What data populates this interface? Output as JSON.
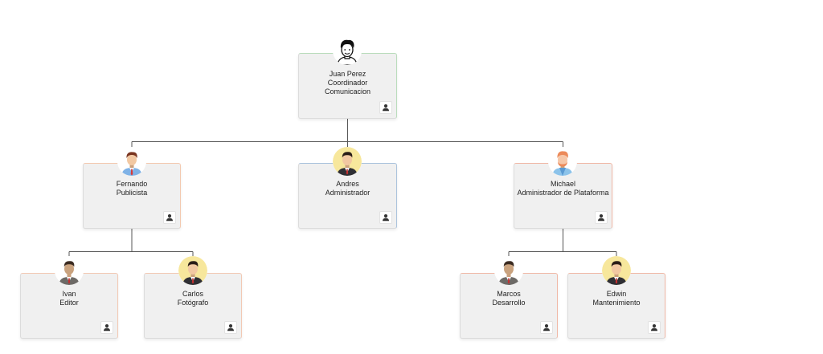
{
  "org_chart": {
    "nodes": [
      {
        "id": "juan",
        "lines": [
          "Juan Perez",
          "Coordinador",
          "Comunicacion"
        ],
        "avatar": "man-line-art-avatar",
        "accent": "#b9dcbb",
        "avatar_bg": "#ffffff"
      },
      {
        "id": "fernando",
        "lines": [
          "Fernando",
          "Publicista"
        ],
        "avatar": "man-blue-shirt-avatar",
        "accent": "#f3c9b0",
        "avatar_bg": "#ffffff"
      },
      {
        "id": "andres",
        "lines": [
          "Andres",
          "Administrador"
        ],
        "avatar": "man-suit-avatar",
        "accent": "#aac3dc",
        "avatar_bg": "#f7e79c"
      },
      {
        "id": "michael",
        "lines": [
          "Michael",
          "Administrador de Plataforma"
        ],
        "avatar": "man-orange-hair-avatar",
        "accent": "#f0b8a6",
        "avatar_bg": "#ffffff"
      },
      {
        "id": "ivan",
        "lines": [
          "Ivan",
          "Editor"
        ],
        "avatar": "man-gray-suit-avatar",
        "accent": "#f2c9b4",
        "avatar_bg": "#ffffff"
      },
      {
        "id": "carlos",
        "lines": [
          "Carlos",
          "Fotógrafo"
        ],
        "avatar": "man-suit-avatar",
        "accent": "#f2c9b4",
        "avatar_bg": "#f7e79c"
      },
      {
        "id": "marcos",
        "lines": [
          "Marcos",
          "Desarrollo"
        ],
        "avatar": "man-gray-suit-avatar",
        "accent": "#f0b8a6",
        "avatar_bg": "#ffffff"
      },
      {
        "id": "edwin",
        "lines": [
          "Edwin",
          "Mantenimiento"
        ],
        "avatar": "man-suit-avatar",
        "accent": "#f0b8a6",
        "avatar_bg": "#f7e79c"
      }
    ],
    "edges": [
      [
        "juan",
        "fernando"
      ],
      [
        "juan",
        "andres"
      ],
      [
        "juan",
        "michael"
      ],
      [
        "fernando",
        "ivan"
      ],
      [
        "fernando",
        "carlos"
      ],
      [
        "michael",
        "marcos"
      ],
      [
        "michael",
        "edwin"
      ]
    ],
    "user_icon": "person-icon",
    "line_color": "#555555"
  }
}
